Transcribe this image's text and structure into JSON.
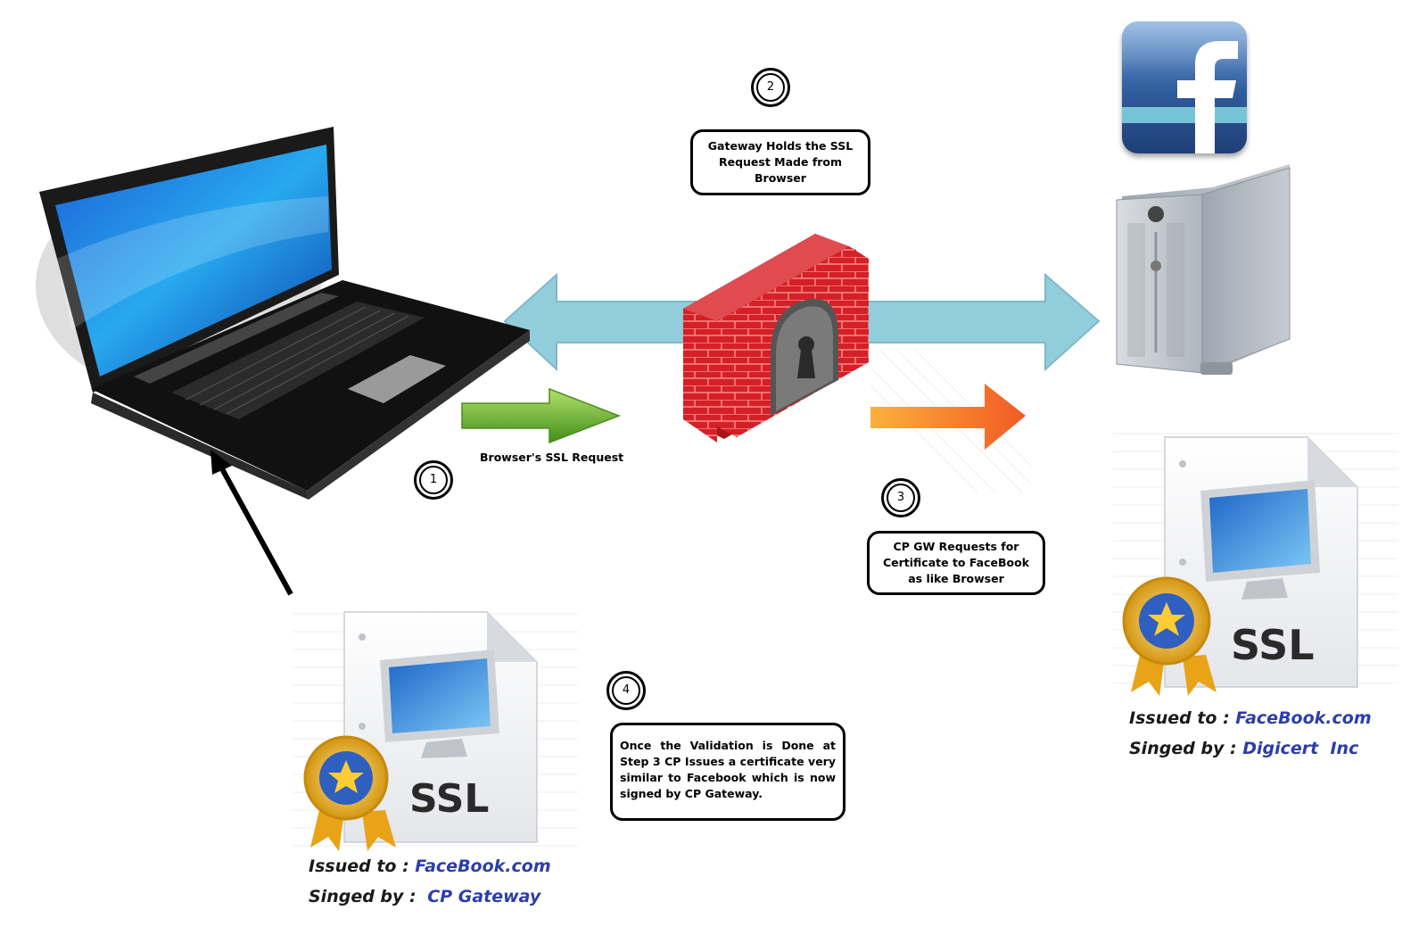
{
  "steps": {
    "step1": "1",
    "step2": "2",
    "step3": "3",
    "step4": "4"
  },
  "callouts": {
    "gateway_holds": "Gateway Holds the SSL Request Made from Browser",
    "cp_gw_requests": "CP GW Requests for Certificate to FaceBook as like Browser",
    "validation_done": "Once the Validation is Done at Step 3 CP Issues a certificate very similar to Facebook which is now signed by CP Gateway."
  },
  "arrows": {
    "browser_request_label": "Browser's SSL Request"
  },
  "certificates": {
    "gateway_cert": {
      "badge_text": "SSL",
      "issued_to_label": "Issued to :",
      "issued_to_value": "FaceBook.com",
      "signed_by_label": "Singed by :",
      "signed_by_value": "CP Gateway"
    },
    "facebook_cert": {
      "badge_text": "SSL",
      "issued_to_label": "Issued to :",
      "issued_to_value": "FaceBook.com",
      "signed_by_label": "Singed by :",
      "signed_by_value": "Digicert  Inc"
    }
  },
  "icons": {
    "laptop": "laptop-icon",
    "firewall": "firewall-icon",
    "server": "server-icon",
    "facebook": "facebook-logo",
    "certificate": "ssl-certificate-icon"
  },
  "colors": {
    "double_arrow": "#92cddc",
    "green_arrow": "#5fa82a",
    "orange_arrow": "#f47a1f",
    "firewall_red": "#d42026",
    "facebook_blue": "#2f5b9a",
    "link_blue": "#2b3ea8"
  }
}
